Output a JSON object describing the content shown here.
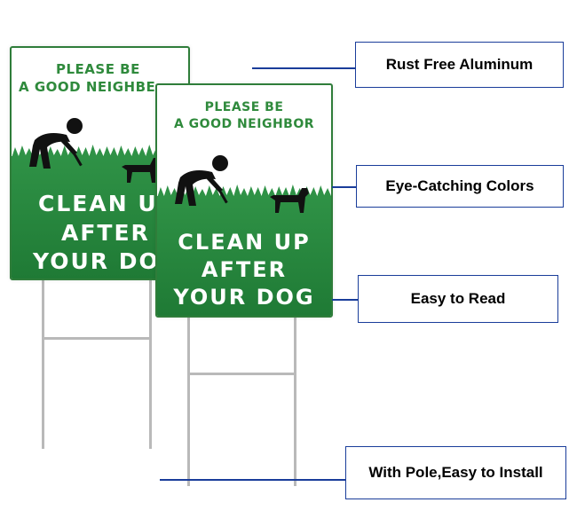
{
  "sign_text": {
    "top_lines": [
      "PLEASE BE",
      "A GOOD NEIGHBOR"
    ],
    "back_top_lines": [
      "PLEASE BE",
      "A GOOD NEIGHBE"
    ],
    "bottom_lines": [
      "CLEAN UP",
      "AFTER",
      "YOUR DOG"
    ],
    "back_bottom_lines": [
      "CLEAN UP",
      "AFTER",
      "YOUR DOG"
    ]
  },
  "callouts": [
    {
      "label": "Rust Free Aluminum"
    },
    {
      "label": "Eye-Catching Colors"
    },
    {
      "label": "Easy to Read"
    },
    {
      "label": "With Pole,Easy to Install"
    }
  ],
  "colors": {
    "sign_green": "#2f9246",
    "text_green": "#2f8a3c",
    "callout_border": "#1a3d9a"
  },
  "icons": [
    "person-bending-icon",
    "dog-icon",
    "grass-icon",
    "wire-stake-icon"
  ]
}
